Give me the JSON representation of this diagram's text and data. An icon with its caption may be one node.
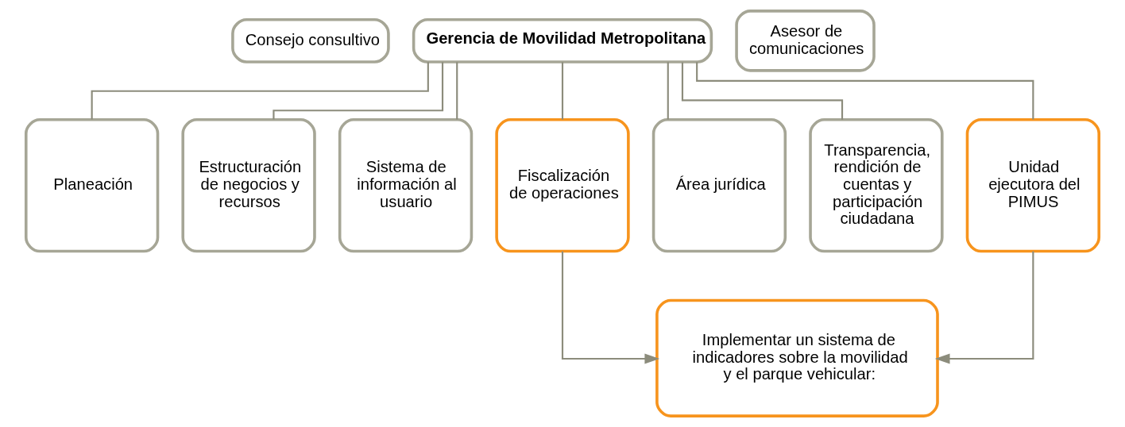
{
  "diagram": {
    "nodes": [
      {
        "text": [
          "Consejo consultivo"
        ]
      },
      {
        "text": [
          "Gerencia de Movilidad Metropolitana"
        ]
      },
      {
        "text": [
          "Asesor de comunicaciones"
        ]
      },
      {
        "text": [
          "Planeación"
        ]
      },
      {
        "text": [
          "Estructuración de negocios y recursos"
        ]
      },
      {
        "text": [
          "Sistema de información al usuario"
        ]
      },
      {
        "text": [
          "Fiscalización de operaciones"
        ]
      },
      {
        "text": [
          "Área jurídica"
        ]
      },
      {
        "text": [
          "Transparencia, rendición de cuentas y participación ciudadana"
        ]
      },
      {
        "text": [
          "Unidad ejecutora del PIMUS"
        ]
      },
      {
        "text": [
          "Implementar un sistema de indicadores sobre la movilidad y el parque vehicular:"
        ]
      }
    ],
    "edges": [
      {
        "from": 1,
        "to": 3,
        "arrow": "none"
      },
      {
        "from": 1,
        "to": 4,
        "arrow": "none"
      },
      {
        "from": 1,
        "to": 5,
        "arrow": "none"
      },
      {
        "from": 1,
        "to": 6,
        "arrow": "none"
      },
      {
        "from": 1,
        "to": 7,
        "arrow": "none"
      },
      {
        "from": 1,
        "to": 8,
        "arrow": "none"
      },
      {
        "from": 1,
        "to": 9,
        "arrow": "none"
      },
      {
        "from": 6,
        "to": 10,
        "arrow": "to"
      },
      {
        "from": 9,
        "to": 10,
        "arrow": "to"
      }
    ]
  }
}
